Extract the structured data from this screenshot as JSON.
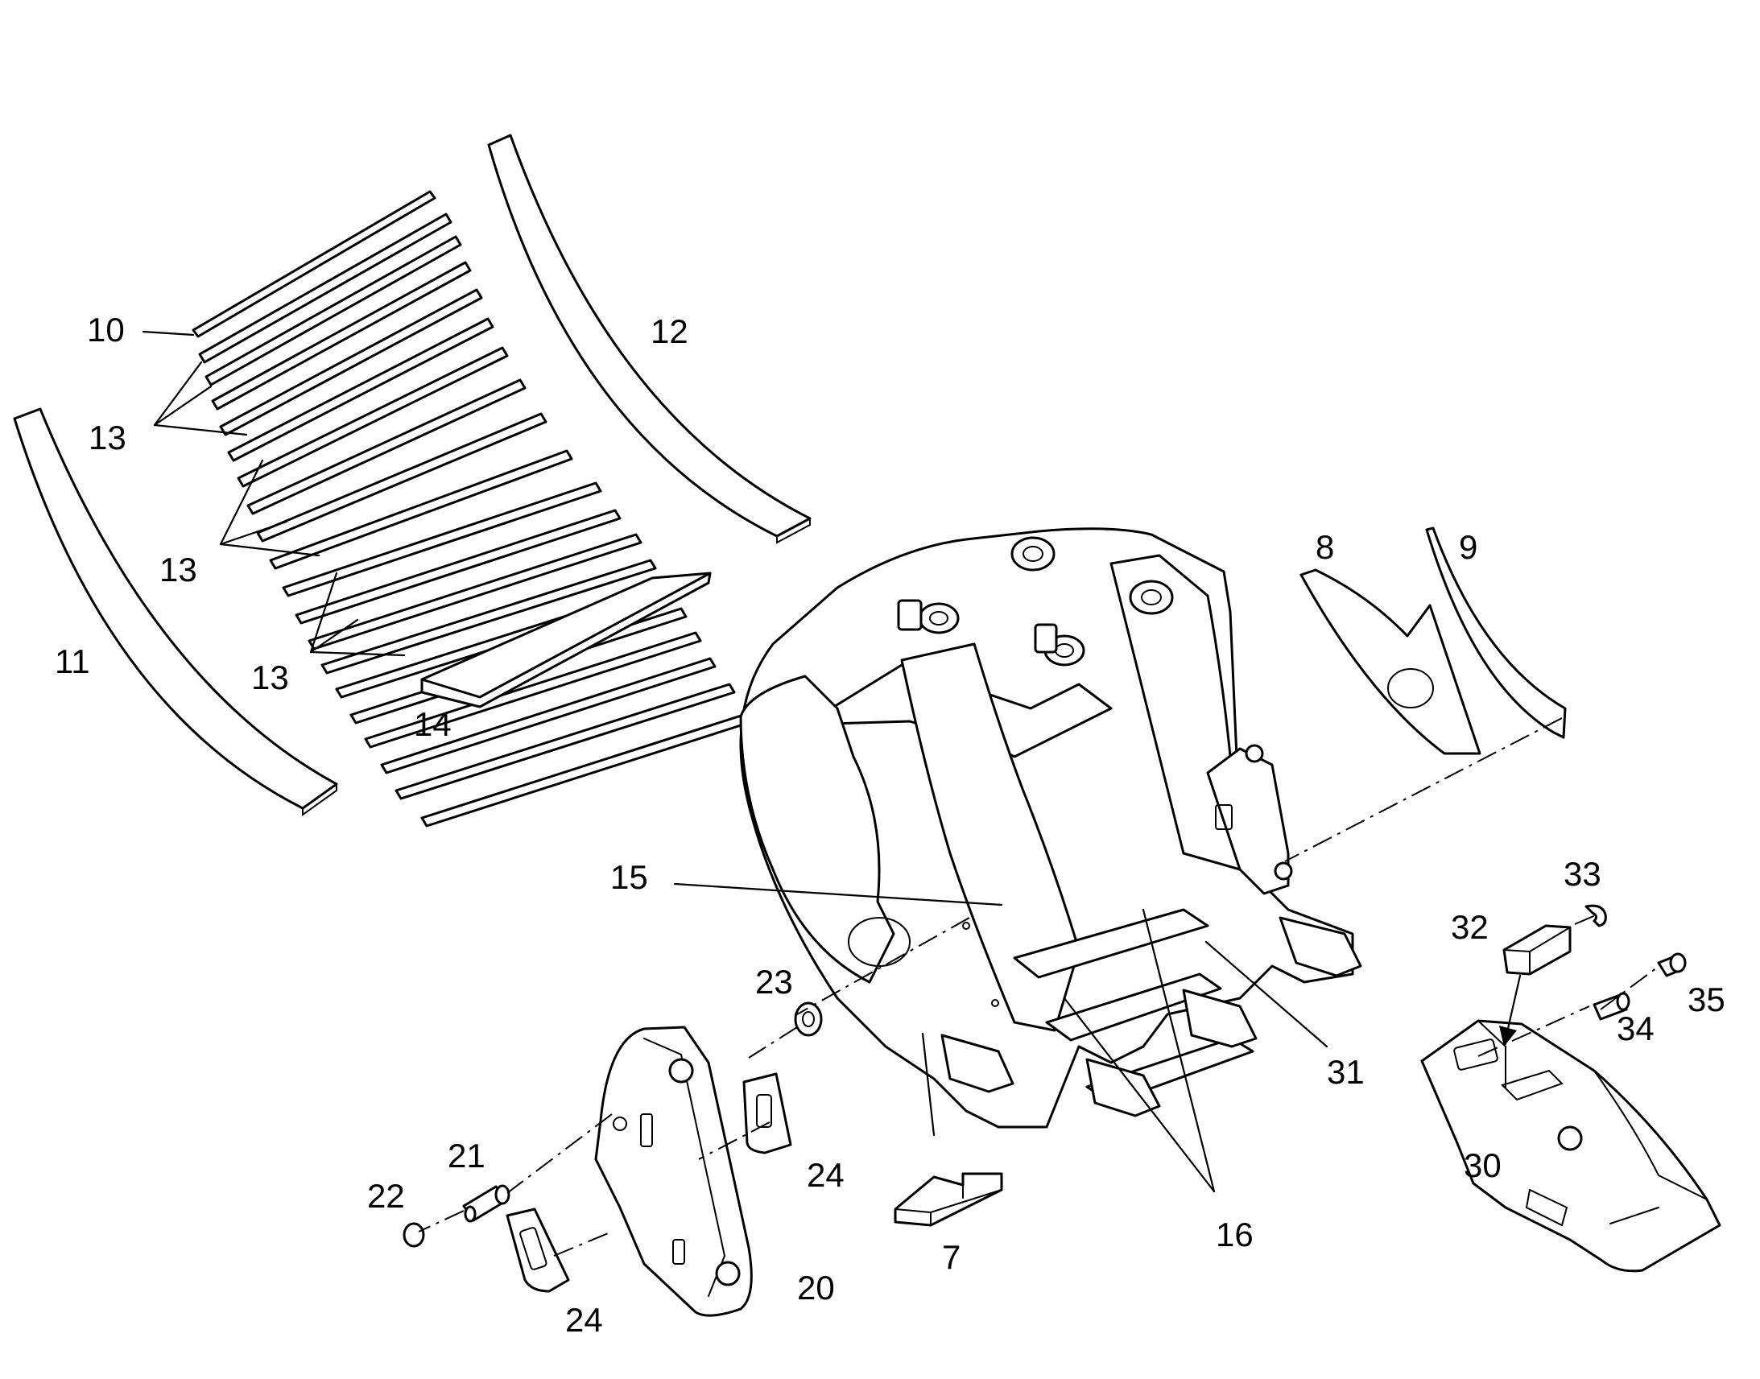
{
  "labels": {
    "p7": "7",
    "p8": "8",
    "p9": "9",
    "p10": "10",
    "p11": "11",
    "p12": "12",
    "p13a": "13",
    "p13b": "13",
    "p13c": "13",
    "p14": "14",
    "p15": "15",
    "p16": "16",
    "p20": "20",
    "p21": "21",
    "p22": "22",
    "p23": "23",
    "p24a": "24",
    "p24b": "24",
    "p30": "30",
    "p31": "31",
    "p32": "32",
    "p33": "33",
    "p34": "34",
    "p35": "35"
  }
}
